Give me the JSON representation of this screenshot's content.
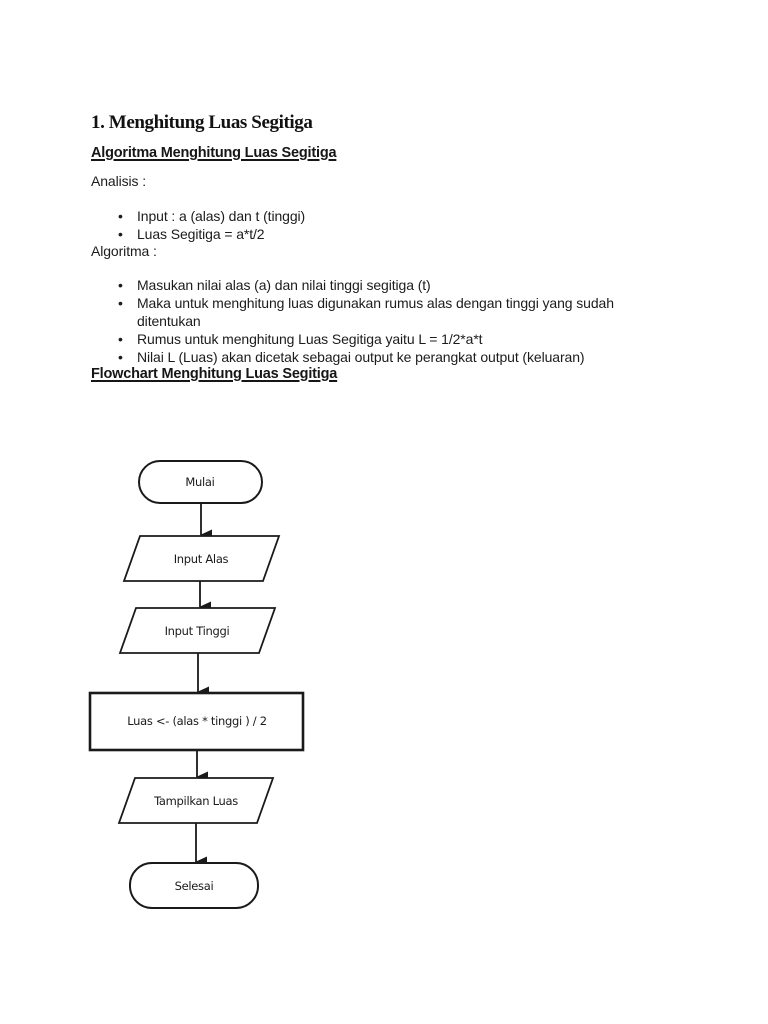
{
  "document": {
    "title": "1. Menghitung Luas Segitiga",
    "algorithm_section_heading": "Algoritma Menghitung Luas Segitiga",
    "analysis_label": "Analisis :",
    "analysis_items": [
      "Input : a (alas) dan t (tinggi)",
      "Luas Segitiga = a*t/2"
    ],
    "algorithm_label": "Algoritma :",
    "algorithm_items": [
      "Masukan nilai alas (a) dan nilai tinggi segitiga (t)",
      "Maka untuk menghitung luas digunakan rumus alas dengan tinggi yang sudah ditentukan",
      "Rumus untuk menghitung Luas Segitiga yaitu L = 1/2*a*t",
      "Nilai L (Luas) akan dicetak sebagai output ke perangkat output (keluaran)"
    ],
    "flowchart_section_heading": "Flowchart Menghitung Luas Segitiga"
  },
  "flowchart": {
    "stroke_color": "#1a1a1a",
    "fill_color": "#ffffff",
    "nodes": [
      {
        "id": "start",
        "type": "terminator",
        "label": "Mulai"
      },
      {
        "id": "input-alas",
        "type": "input-output",
        "label": "Input Alas"
      },
      {
        "id": "input-tinggi",
        "type": "input-output",
        "label": "Input Tinggi"
      },
      {
        "id": "process-luas",
        "type": "process",
        "label": "Luas <- (alas * tinggi ) / 2"
      },
      {
        "id": "output-luas",
        "type": "input-output",
        "label": "Tampilkan Luas"
      },
      {
        "id": "end",
        "type": "terminator",
        "label": "Selesai"
      }
    ]
  }
}
